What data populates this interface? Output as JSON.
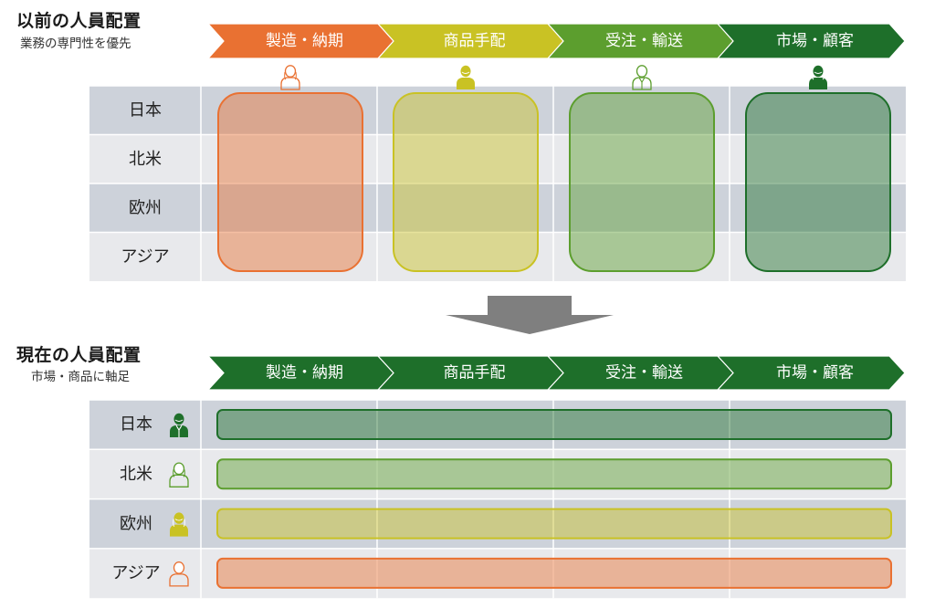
{
  "before": {
    "title": "以前の人員配置",
    "subtitle": "業務の専門性を優先",
    "stages": [
      {
        "label": "製造・納期",
        "color": "#E97132"
      },
      {
        "label": "商品手配",
        "color": "#C9C224"
      },
      {
        "label": "受注・輸送",
        "color": "#5C9E2E"
      },
      {
        "label": "市場・顧客",
        "color": "#1E6F2A"
      }
    ],
    "regions": [
      "日本",
      "北米",
      "欧州",
      "アジア"
    ],
    "staff": [
      {
        "icon": "person-female-outline-icon",
        "color": "#E97132",
        "fill": "#E5A17E",
        "stroke": "#E97132"
      },
      {
        "icon": "person-male-solid-icon",
        "color": "#C9C224",
        "fill": "#D9D68A",
        "stroke": "#C9C224"
      },
      {
        "icon": "person-male-suit-outline-icon",
        "color": "#5C9E2E",
        "fill": "#9CC480",
        "stroke": "#5C9E2E"
      },
      {
        "icon": "person-female-solid-icon",
        "color": "#1E6F2A",
        "fill": "#78A887",
        "stroke": "#1E6F2A"
      }
    ]
  },
  "arrow": {
    "icon": "down-arrow-icon",
    "color": "#7F7F7F"
  },
  "after": {
    "title": "現在の人員配置",
    "subtitle": "市場・商品に軸足",
    "stage_color": "#1E6F2A",
    "stages": [
      "製造・納期",
      "商品手配",
      "受注・輸送",
      "市場・顧客"
    ],
    "regions": [
      {
        "label": "日本",
        "icon": "person-male-suit-solid-icon",
        "color": "#1E6F2A",
        "fill": "#7EA88A",
        "stroke": "#1E6F2A"
      },
      {
        "label": "北米",
        "icon": "person-female-outline-icon",
        "color": "#5C9E2E",
        "fill": "#ADCA98",
        "stroke": "#5C9E2E"
      },
      {
        "label": "欧州",
        "icon": "person-female-suit-solid-icon",
        "color": "#C9C224",
        "fill": "#CBCB8C",
        "stroke": "#C9C224"
      },
      {
        "label": "アジア",
        "icon": "person-male-outline-icon",
        "color": "#E97132",
        "fill": "#EAB89E",
        "stroke": "#E97132"
      }
    ]
  },
  "grid": {
    "dark_row": "#CDD2DA",
    "light_row": "#E8E9EC",
    "divider": "#FFFFFF"
  }
}
